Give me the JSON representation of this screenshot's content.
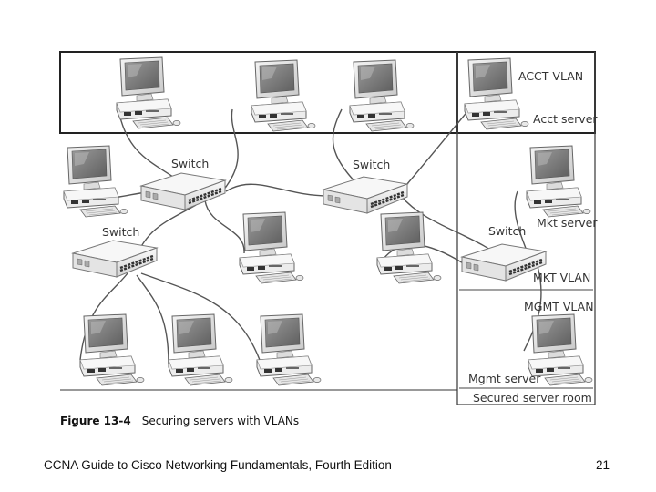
{
  "diagram": {
    "switch_labels": [
      "Switch",
      "Switch",
      "Switch",
      "Switch"
    ],
    "vlan_labels": {
      "acct_vlan": "ACCT VLAN",
      "mkt_vlan": "MKT VLAN",
      "mgmt_vlan": "MGMT VLAN"
    },
    "server_labels": {
      "acct_server": "Acct server",
      "mkt_server": "Mkt server",
      "mgmt_server": "Mgmt server"
    },
    "room_label": "Secured server room"
  },
  "caption": {
    "number": "Figure 13-4",
    "text": "Securing servers with VLANs"
  },
  "footer": {
    "book_title": "CCNA Guide to Cisco Networking Fundamentals, Fourth Edition",
    "page_number": "21"
  }
}
